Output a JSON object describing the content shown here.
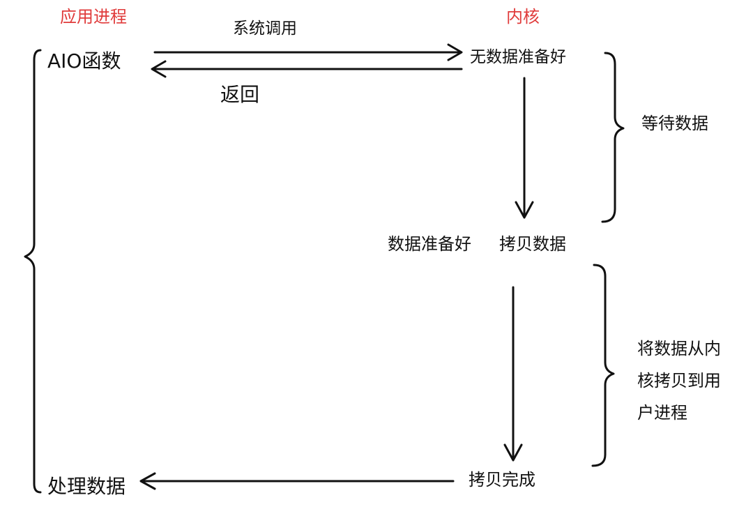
{
  "headers": {
    "app_process": "应用进程",
    "kernel": "内核"
  },
  "colors": {
    "header": "#e03b3b",
    "ink": "#111111",
    "background": "#ffffff"
  },
  "nodes": {
    "aio_function": "AIO函数",
    "no_data_ready": "无数据准备好",
    "data_ready": "数据准备好",
    "copy_data": "拷贝数据",
    "copy_done": "拷贝完成",
    "process_data": "处理数据"
  },
  "edges": {
    "system_call": "系统调用",
    "return": "返回"
  },
  "phases": {
    "wait_data": "等待数据",
    "copy_to_user": [
      "将数据从内",
      "核拷贝到用",
      "户进程"
    ]
  }
}
